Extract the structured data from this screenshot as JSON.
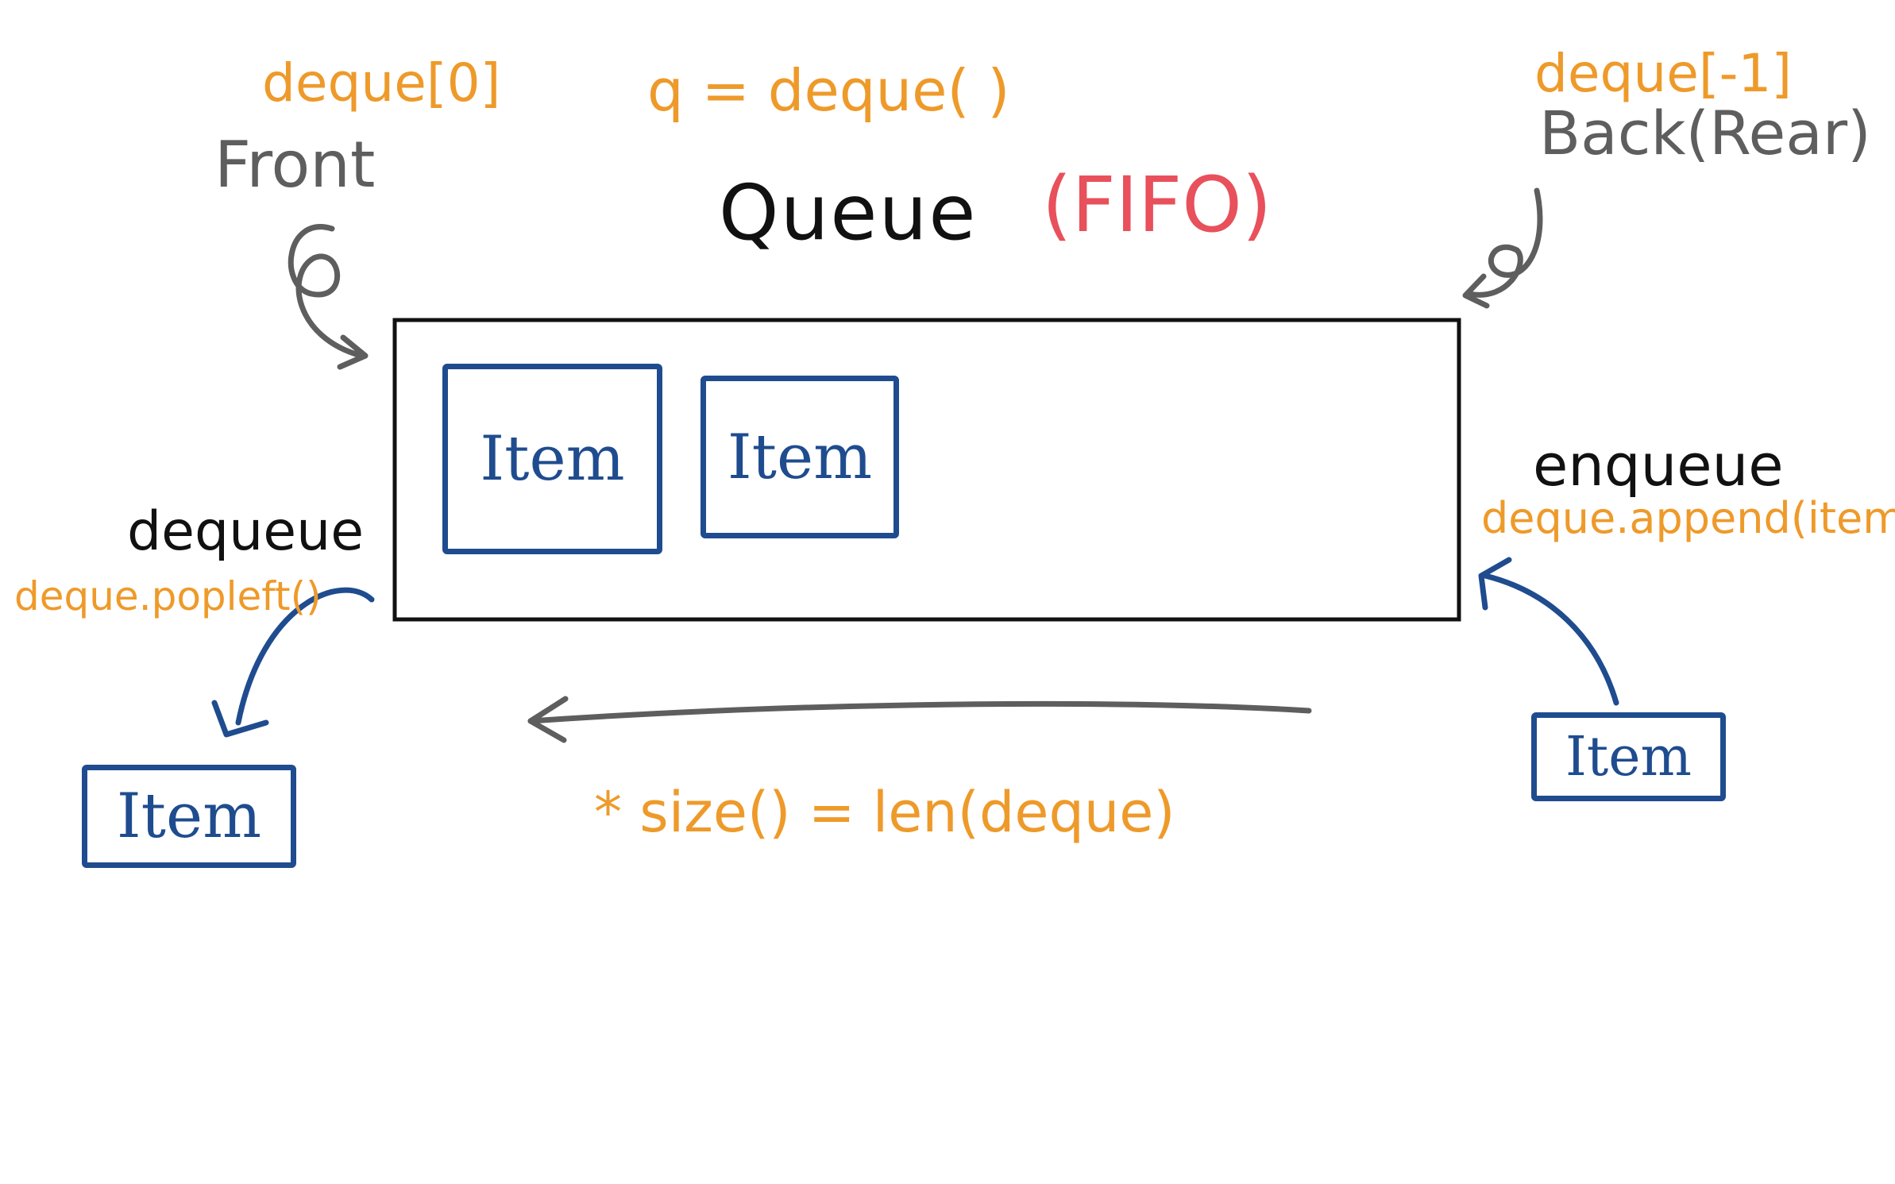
{
  "diagram": {
    "title": "Queue",
    "title_note": "(FIFO)",
    "constructor_code": "q = deque( )",
    "front": {
      "index": "deque[0]",
      "label": "Front"
    },
    "back": {
      "index": "deque[-1]",
      "label": "Back(Rear)"
    },
    "dequeue": {
      "label": "dequeue",
      "code": "deque.popleft()"
    },
    "enqueue": {
      "label": "enqueue",
      "code": "deque.append(item)"
    },
    "queue_items": [
      {
        "label": "Item"
      },
      {
        "label": "Item"
      }
    ],
    "dequeued_item": {
      "label": "Item"
    },
    "incoming_item": {
      "label": "Item"
    },
    "size_note": "* size() =  len(deque)",
    "colors": {
      "orange": "#EE9A2A",
      "gray": "#5E5E5E",
      "black": "#111111",
      "red": "#E8505B",
      "blue": "#1F4C8F"
    }
  }
}
